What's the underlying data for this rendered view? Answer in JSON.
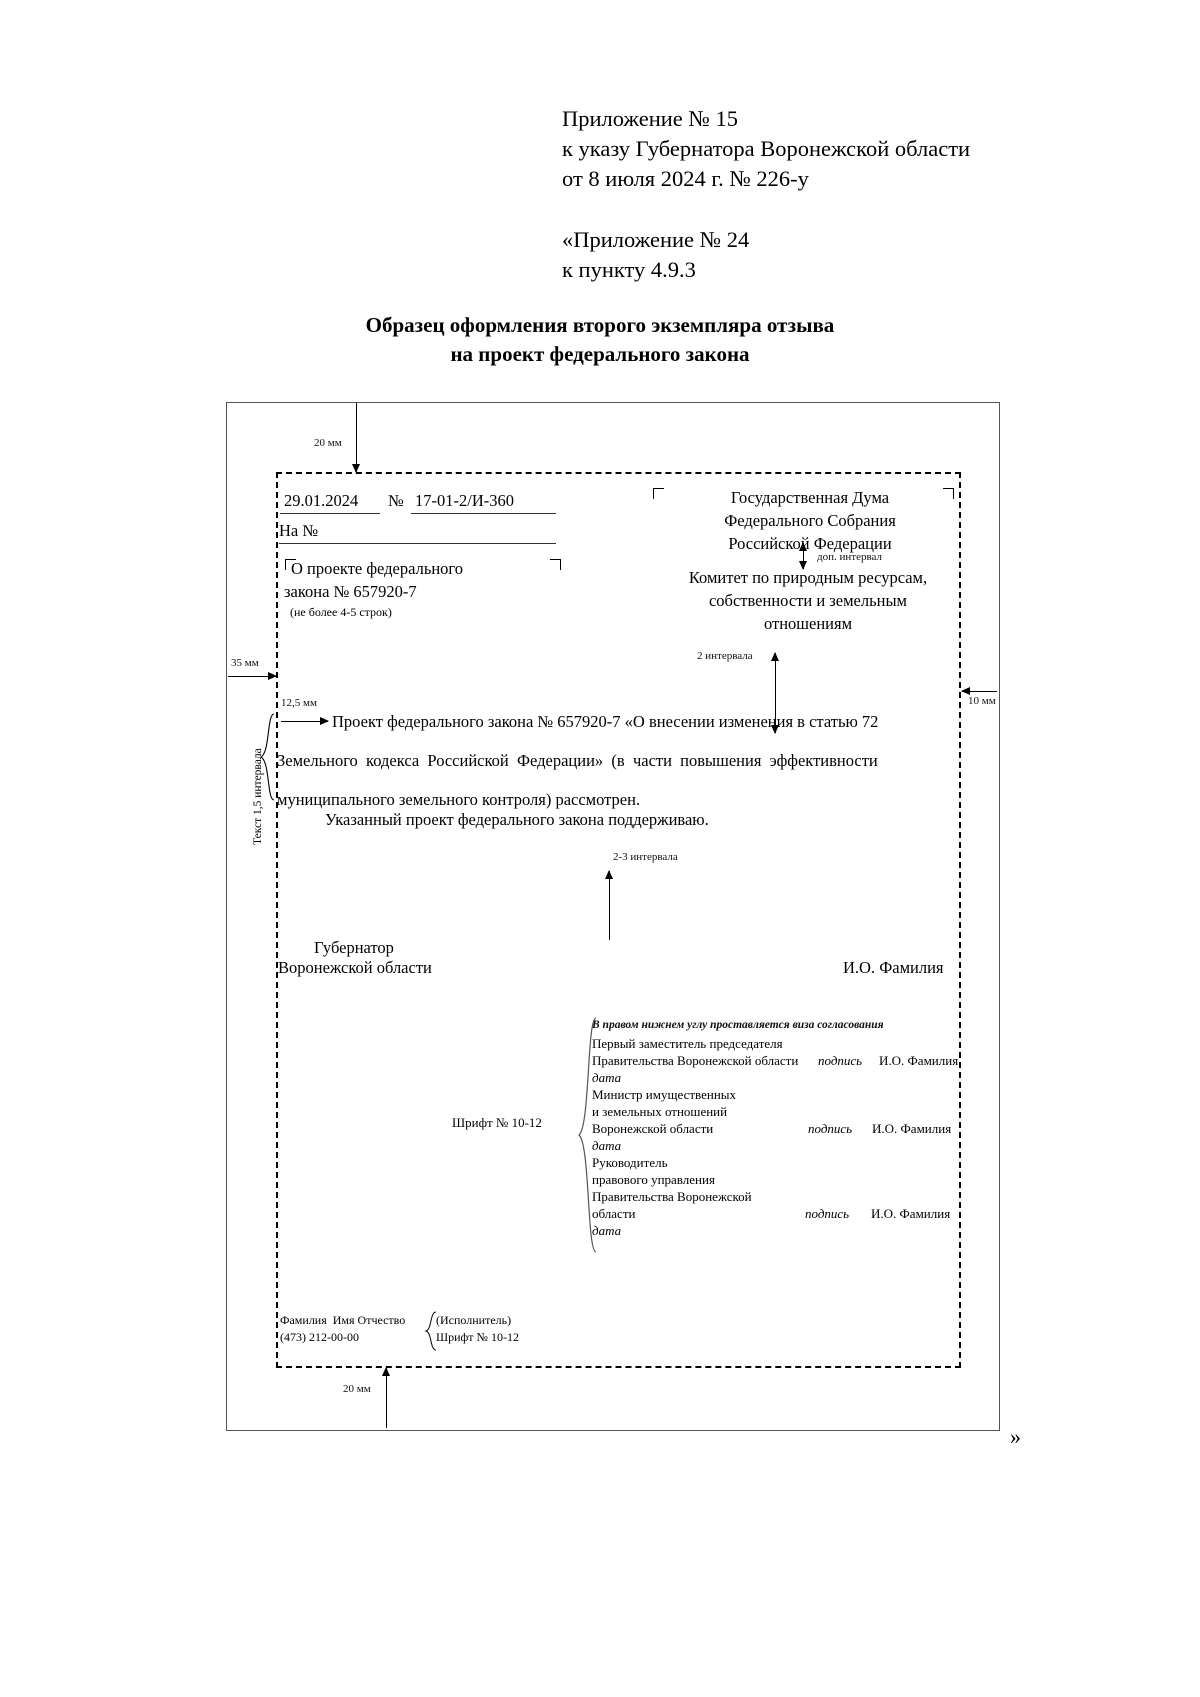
{
  "header": {
    "line1": "Приложение № 15",
    "line2": "к указу Губернатора Воронежской области",
    "line3": "от 8 июля 2024 г. № 226-у",
    "line4": "«Приложение № 24",
    "line5": "к пункту 4.9.3"
  },
  "title": {
    "line1": "Образец оформления второго экземпляра отзыва",
    "line2": "на проект федерального закона"
  },
  "margins": {
    "top": "20 мм",
    "left": "35 мм",
    "right": "10 мм",
    "bottom": "20 мм",
    "indent": "12,5 мм"
  },
  "annotations": {
    "extra_interval": "доп. интервал",
    "two_intervals": "2 интервала",
    "two_three_intervals": "2-3 интервала",
    "text_spacing": "Текст 1,5 интервала",
    "font_note": "Шрифт № 10-12",
    "lines_note": "(не более 4-5 строк)"
  },
  "requisites": {
    "date": "29.01.2024",
    "number_label": "№",
    "number": "17-01-2/И-360",
    "reply_to_label": "На №"
  },
  "subject": {
    "line1": "О проекте федерального",
    "line2": "закона № 657920-7"
  },
  "addressee": {
    "line1": "Государственная Дума",
    "line2": "Федерального Собрания",
    "line3": "Российской Федерации",
    "line4": "Комитет по природным ресурсам,",
    "line5": "собственности и земельным",
    "line6": "отношениям"
  },
  "body": {
    "p1_l1": "Проект федерального закона № 657920-7 «О внесении изменения в статью 72",
    "p1_l2": "Земельного  кодекса  Российской  Федерации»  (в  части  повышения  эффективности",
    "p1_l3": "муниципального земельного контроля) рассмотрен.",
    "p2": "Указанный проект федерального закона поддерживаю."
  },
  "signature": {
    "post_line1": "Губернатор",
    "post_line2": "Воронежской области",
    "name": "И.О. Фамилия"
  },
  "visa": {
    "heading": "В правом нижнем углу проставляется виза согласования",
    "entries": [
      {
        "lines": [
          "Первый заместитель председателя",
          "Правительства Воронежской области"
        ],
        "sign": "подпись",
        "name": "И.О. Фамилия",
        "date": "дата"
      },
      {
        "lines": [
          "Министр имущественных",
          "и земельных отношений",
          "Воронежской области"
        ],
        "sign": "подпись",
        "name": "И.О. Фамилия",
        "date": "дата"
      },
      {
        "lines": [
          "Руководитель",
          "правового управления",
          "Правительства Воронежской",
          "области"
        ],
        "sign": "подпись",
        "name": "И.О. Фамилия",
        "date": "дата"
      }
    ]
  },
  "executor": {
    "name": "Фамилия  Имя Отчество",
    "phone": "(473) 212-00-00",
    "role": "(Исполнитель)",
    "font_note": "Шрифт № 10-12"
  },
  "closing_quote": "»"
}
